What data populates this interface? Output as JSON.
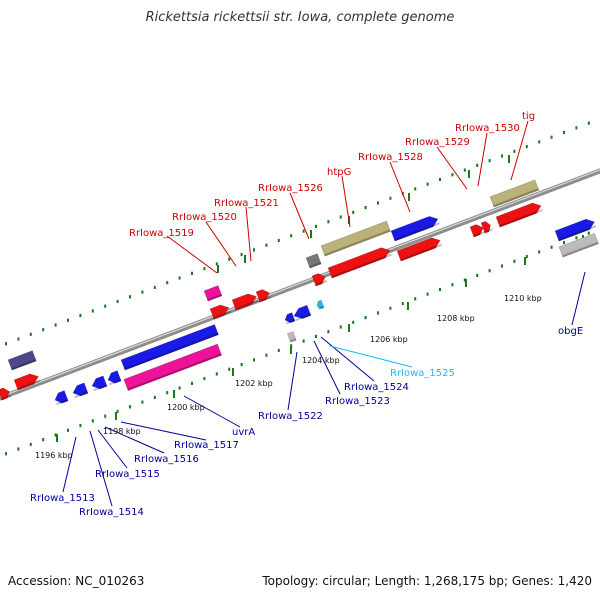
{
  "title": "Rickettsia rickettsii str. Iowa, complete genome",
  "footer": {
    "accession": "Accession: NC_010263",
    "summary": "Topology: circular; Length: 1,268,175 bp; Genes: 1,420"
  },
  "colors": {
    "top_label": "#cc0000",
    "bottom_label": "#000099",
    "tick": "#1a7a1a",
    "backbone": "#8c8c8c",
    "red_gene": "#ee1111",
    "blue_gene": "#1a1ae6",
    "olive_gene": "#bbb27a",
    "magenta_gene": "#ee1199",
    "navy_gene": "#4a4a88",
    "cyan_gene": "#22bbee"
  },
  "kbp_labels": [
    "1196 kbp",
    "1198 kbp",
    "1200 kbp",
    "1202 kbp",
    "1204 kbp",
    "1206 kbp",
    "1208 kbp",
    "1210 kbp"
  ],
  "top_labels": [
    "RrIowa_1519",
    "RrIowa_1520",
    "RrIowa_1521",
    "RrIowa_1526",
    "htpG",
    "RrIowa_1528",
    "RrIowa_1529",
    "RrIowa_1530",
    "tig"
  ],
  "bottom_labels": [
    "RrIowa_1513",
    "RrIowa_1514",
    "RrIowa_1515",
    "RrIowa_1516",
    "RrIowa_1517",
    "uvrA",
    "RrIowa_1522",
    "RrIowa_1523",
    "RrIowa_1524",
    "RrIowa_1525",
    "obgE"
  ]
}
